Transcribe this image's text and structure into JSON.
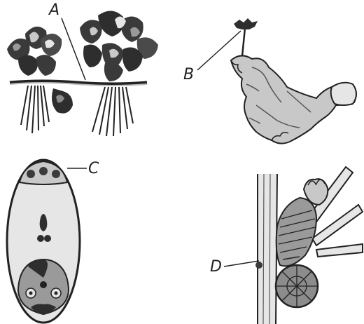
{
  "labels": {
    "a": "A",
    "b": "B",
    "c": "C",
    "d": "D"
  },
  "colors": {
    "ink": "#222222",
    "dark_fill": "#3a3a3a",
    "mid_fill": "#8c8c8c",
    "light_fill": "#c8c8c8",
    "pale_fill": "#e6e6e6",
    "background": "#ffffff"
  }
}
